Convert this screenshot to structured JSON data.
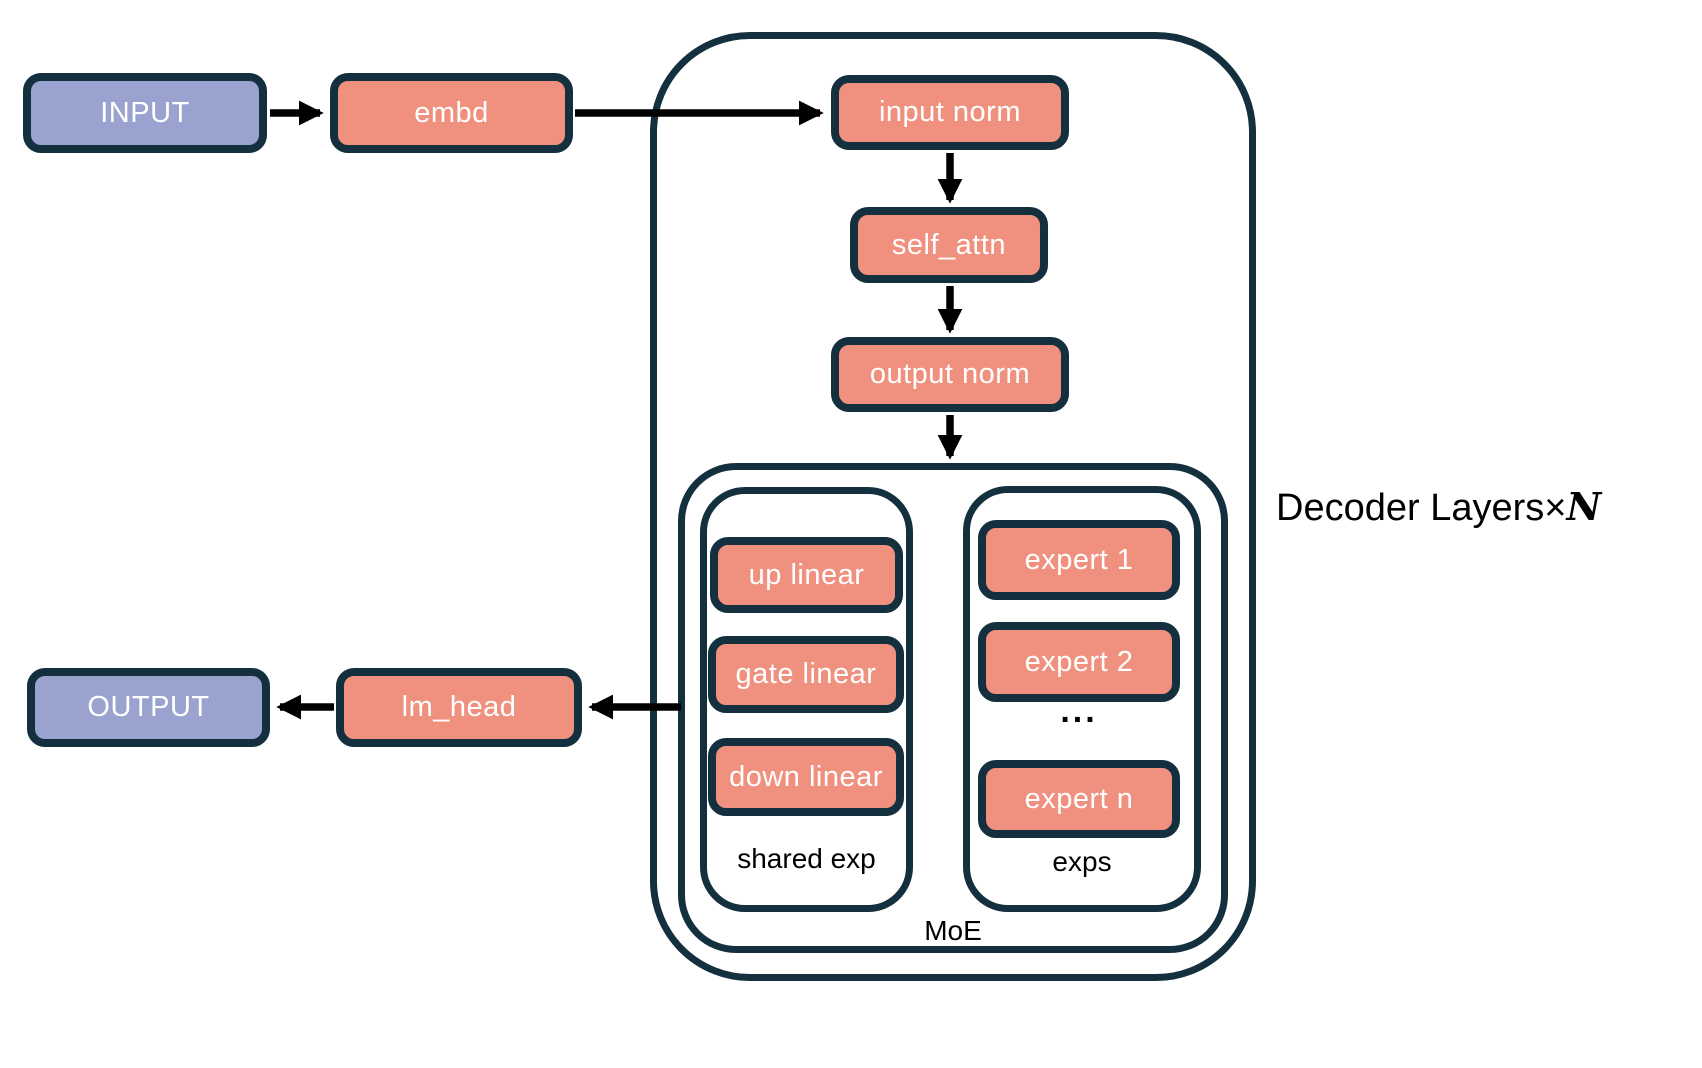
{
  "colors": {
    "block_fill": "#F0917F",
    "io_fill": "#9AA3CF",
    "outline": "#14303E",
    "arrow": "#000000",
    "background": "#FFFFFF"
  },
  "io": {
    "input_label": "INPUT",
    "output_label": "OUTPUT"
  },
  "pipeline": {
    "embd_label": "embd",
    "lm_head_label": "lm_head"
  },
  "decoder": {
    "title_prefix": "Decoder Layers×",
    "title_n": "N",
    "input_norm_label": "input norm",
    "self_attn_label": "self_attn",
    "output_norm_label": "output norm",
    "moe": {
      "label": "MoE",
      "shared_exp": {
        "label": "shared exp",
        "blocks": [
          "up linear",
          "gate linear",
          "down linear"
        ]
      },
      "exps": {
        "label": "exps",
        "blocks": [
          "expert 1",
          "expert 2",
          "expert n"
        ],
        "ellipsis": "..."
      }
    }
  }
}
